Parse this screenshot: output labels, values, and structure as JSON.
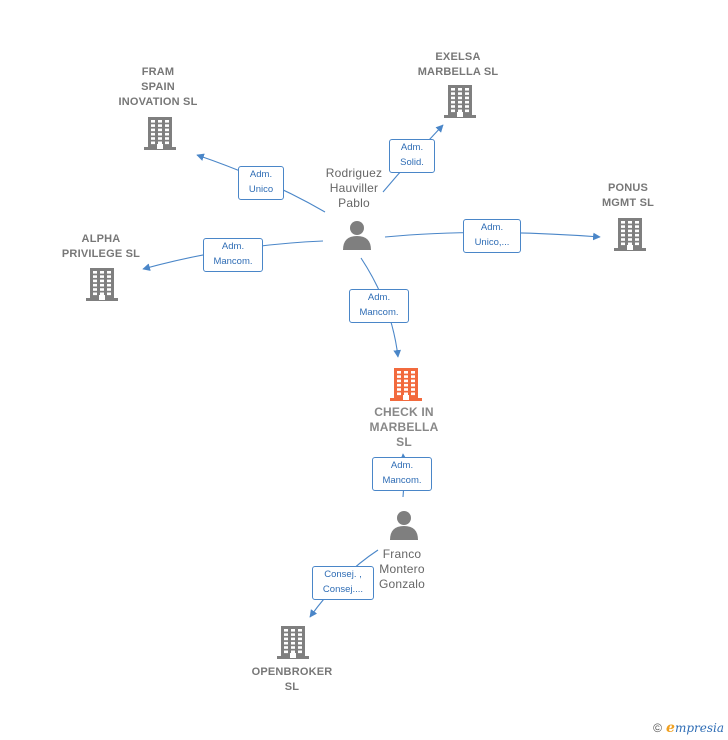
{
  "colors": {
    "company": "#7f7f7f",
    "focus_company": "#f26a3d",
    "person": "#7f7f7f",
    "edge": "#4a86c8",
    "edge_label_text": "#2f6db5"
  },
  "nodes": {
    "fram_spain": {
      "label": "FRAM\nSPAIN\nINOVATION  SL",
      "icon": "building-icon"
    },
    "exelsa": {
      "label": "EXELSA\nMARBELLA  SL",
      "icon": "building-icon"
    },
    "ponus": {
      "label": "PONUS\nMGMT  SL",
      "icon": "building-icon"
    },
    "alpha": {
      "label": "ALPHA\nPRIVILEGE  SL",
      "icon": "building-icon"
    },
    "check_in": {
      "label": "CHECK IN\nMARBELLA\nSL",
      "icon": "building-icon"
    },
    "openbroker": {
      "label": "OPENBROKER\nSL",
      "icon": "building-icon"
    },
    "rodriguez": {
      "label": "Rodriguez\nHauviller\nPablo",
      "icon": "person-icon"
    },
    "franco": {
      "label": "Franco\nMontero\nGonzalo",
      "icon": "person-icon"
    }
  },
  "edges": {
    "to_fram": "Adm.\nUnico",
    "to_exelsa": "Adm.\nSolid.",
    "to_ponus": "Adm.\nUnico,...",
    "to_alpha": "Adm.\nMancom.",
    "to_check_in": "Adm.\nMancom.",
    "franco_check_in": "Adm.\nMancom.",
    "to_openbroker": "Consej. ,\nConsej...."
  },
  "footer": {
    "copyright": "©",
    "brand_initial": "e",
    "brand_rest": "mpresia"
  }
}
